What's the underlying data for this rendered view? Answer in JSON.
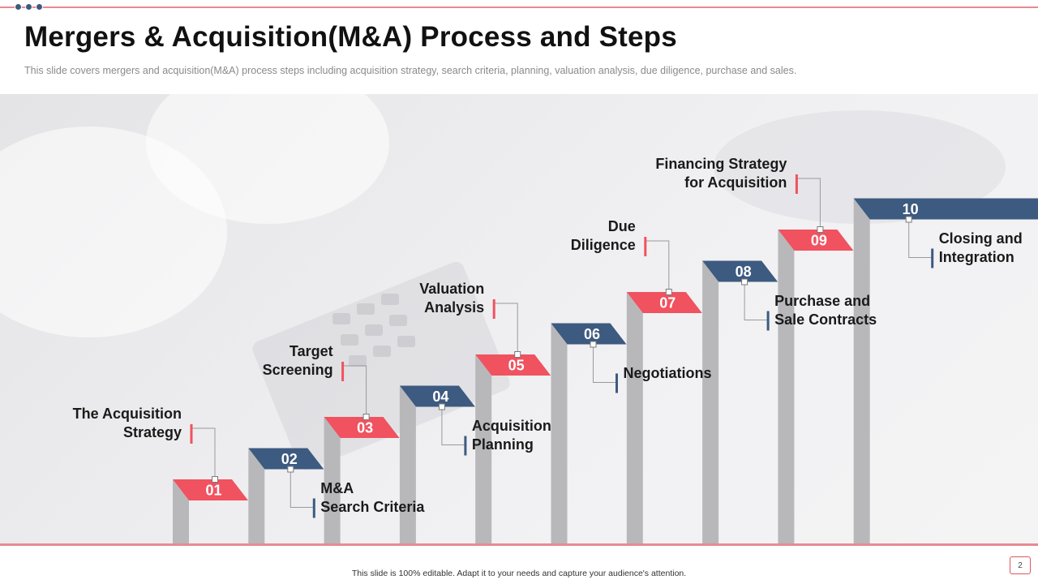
{
  "header": {
    "title": "Mergers & Acquisition(M&A) Process and Steps",
    "subtitle": "This slide covers mergers and acquisition(M&A) process steps including acquisition strategy, search criteria, planning, valuation  analysis, due diligence, purchase and sales."
  },
  "colors": {
    "red": "#f0525f",
    "blue": "#3d5a80",
    "riser": "#b8b8bb"
  },
  "steps": [
    {
      "number": "01",
      "line1": "The Acquisition",
      "line2": "Strategy",
      "color": "red"
    },
    {
      "number": "02",
      "line1": "M&A",
      "line2": "Search Criteria",
      "color": "blue"
    },
    {
      "number": "03",
      "line1": "Target",
      "line2": "Screening",
      "color": "red"
    },
    {
      "number": "04",
      "line1": "Acquisition",
      "line2": "Planning",
      "color": "blue"
    },
    {
      "number": "05",
      "line1": "Valuation",
      "line2": "Analysis",
      "color": "red"
    },
    {
      "number": "06",
      "line1": "Negotiations",
      "line2": "",
      "color": "blue"
    },
    {
      "number": "07",
      "line1": "Due",
      "line2": "Diligence",
      "color": "red"
    },
    {
      "number": "08",
      "line1": "Purchase and",
      "line2": "Sale Contracts",
      "color": "blue"
    },
    {
      "number": "09",
      "line1": "Financing Strategy",
      "line2": "for Acquisition",
      "color": "red"
    },
    {
      "number": "10",
      "line1": "Closing and",
      "line2": "Integration",
      "color": "blue"
    }
  ],
  "footer": {
    "text": "This slide is 100% editable.  Adapt it to your needs and capture your audience's attention.",
    "page": "2"
  }
}
